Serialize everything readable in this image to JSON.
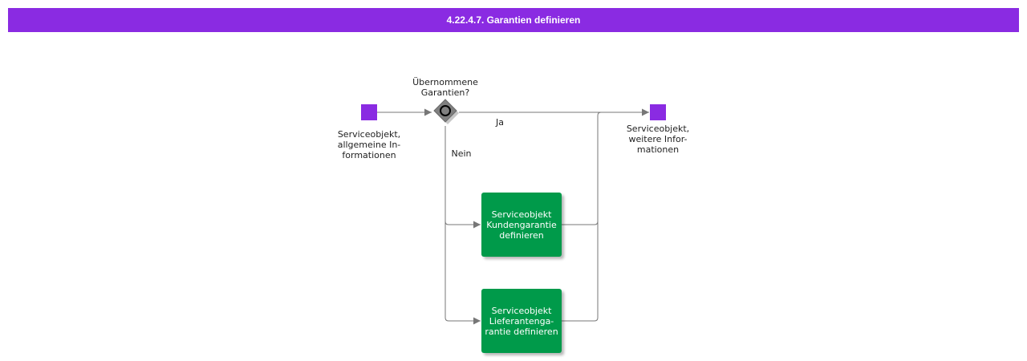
{
  "title": "4.22.4.7. Garantien definieren",
  "colors": {
    "title_bar": "#8a2be2",
    "event": "#8a2be2",
    "task": "#009a4a",
    "gateway": "#808080",
    "edge": "#777777"
  },
  "events": {
    "start_label": "Serviceobjekt,\nallgemeine In-\nformationen",
    "end_label": "Serviceobjekt,\nweitere Infor-\nmationen"
  },
  "gateway": {
    "label": "Übernommene\nGarantien?",
    "yes_label": "Ja",
    "no_label": "Nein"
  },
  "tasks": {
    "customer": "Serviceobjekt\nKundengarantie\ndefinieren",
    "supplier": "Serviceobjekt\nLieferantenga-\nrantie definieren"
  }
}
